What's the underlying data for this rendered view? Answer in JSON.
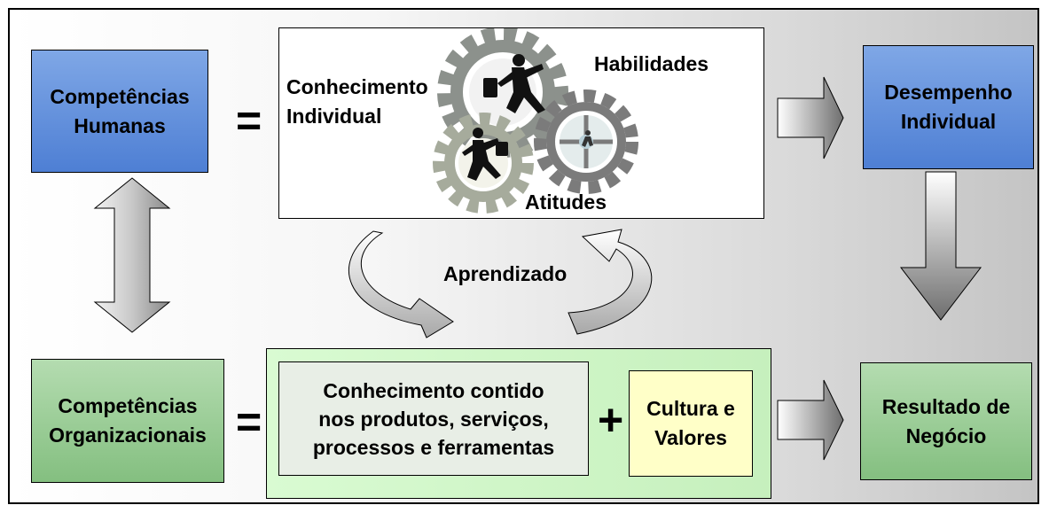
{
  "left_top": "Competências\nHumanas",
  "left_bottom": "Competências\nOrganizacionais",
  "equals_top": "=",
  "equals_bottom": "=",
  "plus": "+",
  "gear_panel": {
    "conhecimento": "Conhecimento\nIndividual",
    "habilidades": "Habilidades",
    "atitudes": "Atitudes"
  },
  "learning": "Aprendizado",
  "right_top": "Desempenho\nIndividual",
  "right_bottom": "Resultado de\nNegócio",
  "org_knowledge": "Conhecimento contido\nnos produtos, serviços,\nprocessos e ferramentas",
  "culture": "Cultura e\nValores",
  "colors": {
    "blue_box": "#6391dc",
    "green_box": "#9fcf9b",
    "green_panel": "#ccf5c4",
    "gray_box": "#e8eee6",
    "yellow_box": "#ffffc8",
    "gear": "#8c918c",
    "gear_teal": "#a0b4b0"
  },
  "icons": [
    "gear-icon",
    "running-businessman-icon",
    "block-arrow-right-icon",
    "block-arrow-down-icon",
    "double-arrow-vertical-icon",
    "circular-arrow-icon"
  ]
}
